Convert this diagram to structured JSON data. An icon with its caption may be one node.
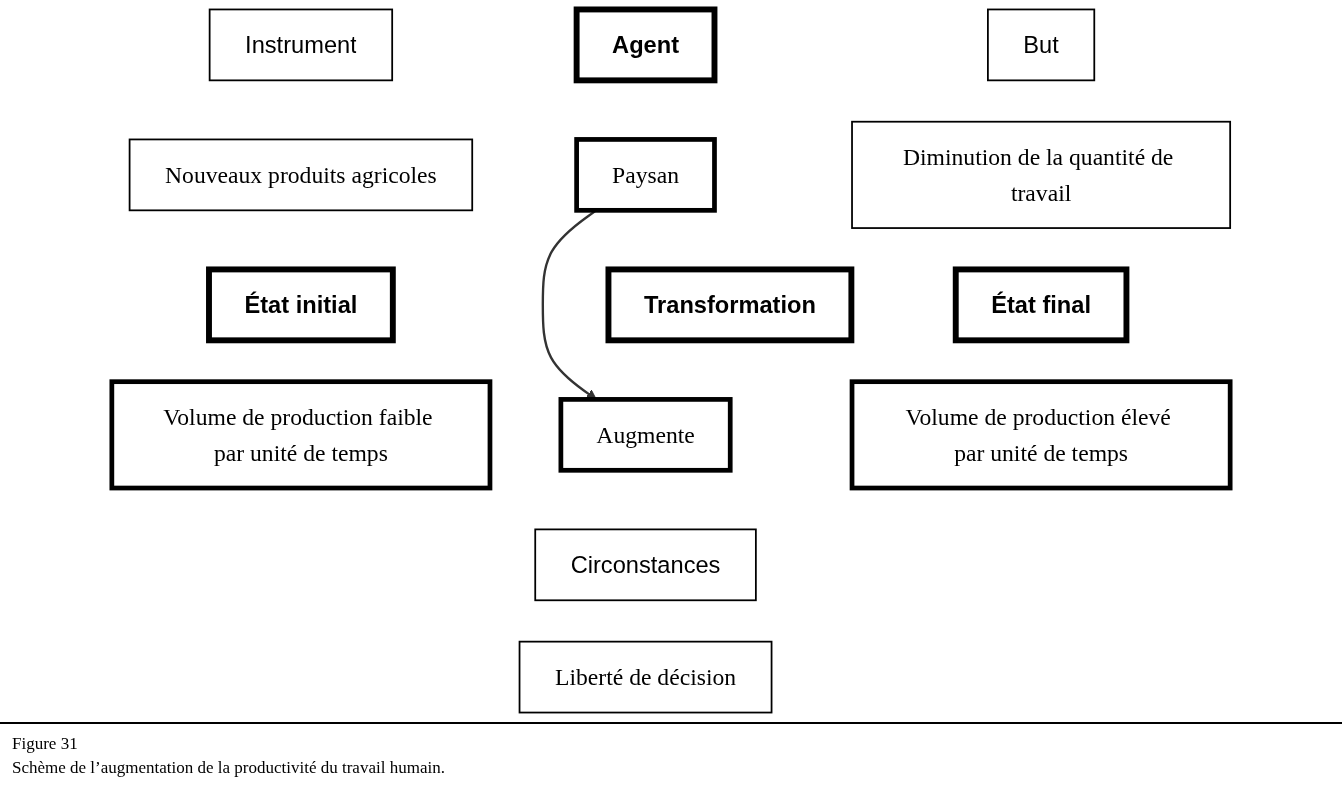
{
  "diagram": {
    "caption": "Schème de l’augmentation de la productivité du travail humain.",
    "nodes": [
      {
        "text": [
          "Instrument"
        ]
      },
      {
        "text": [
          "Agent"
        ]
      },
      {
        "text": [
          "But"
        ]
      },
      {
        "text": [
          "Nouveaux produits agricoles"
        ]
      },
      {
        "text": [
          "Paysan"
        ]
      },
      {
        "text": [
          "Diminution de la quantité de travail"
        ]
      },
      {
        "text": [
          "État initial"
        ]
      },
      {
        "text": [
          "Transformation"
        ]
      },
      {
        "text": [
          "État final"
        ]
      },
      {
        "text": [
          "Volume de production faible par unité de temps"
        ]
      },
      {
        "text": [
          "Augmente"
        ]
      },
      {
        "text": [
          "Volume de production élevé par unité de temps"
        ]
      },
      {
        "text": [
          "Circonstances"
        ]
      },
      {
        "text": [
          "Liberté de décision"
        ]
      }
    ],
    "edges": [
      {
        "from": 4,
        "to": 10,
        "arrow": "to"
      }
    ],
    "labels": [
      "Figure 31"
    ]
  }
}
